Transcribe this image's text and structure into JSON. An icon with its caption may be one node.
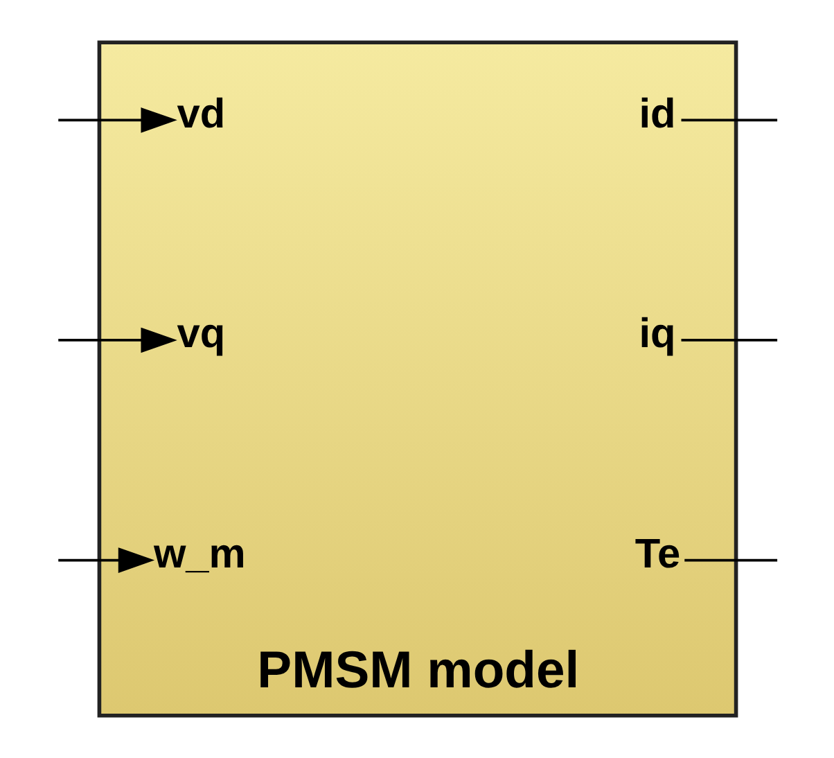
{
  "diagram": {
    "nodes": [
      {
        "text": [
          "PMSM model"
        ]
      },
      {
        "text": [
          "vd"
        ],
        "in": 0
      },
      {
        "text": [
          "vq"
        ],
        "in": 0
      },
      {
        "text": [
          "w_m"
        ],
        "in": 0
      },
      {
        "text": [
          "id"
        ],
        "in": 0
      },
      {
        "text": [
          "iq"
        ],
        "in": 0
      },
      {
        "text": [
          "Te"
        ],
        "in": 0
      }
    ],
    "edges": [
      {
        "from": null,
        "to": 1,
        "arrow": "to"
      },
      {
        "from": null,
        "to": 2,
        "arrow": "to"
      },
      {
        "from": null,
        "to": 3,
        "arrow": "to"
      },
      {
        "from": 4,
        "to": null,
        "arrow": "none"
      },
      {
        "from": 5,
        "to": null,
        "arrow": "none"
      },
      {
        "from": 6,
        "to": null,
        "arrow": "none"
      }
    ]
  }
}
